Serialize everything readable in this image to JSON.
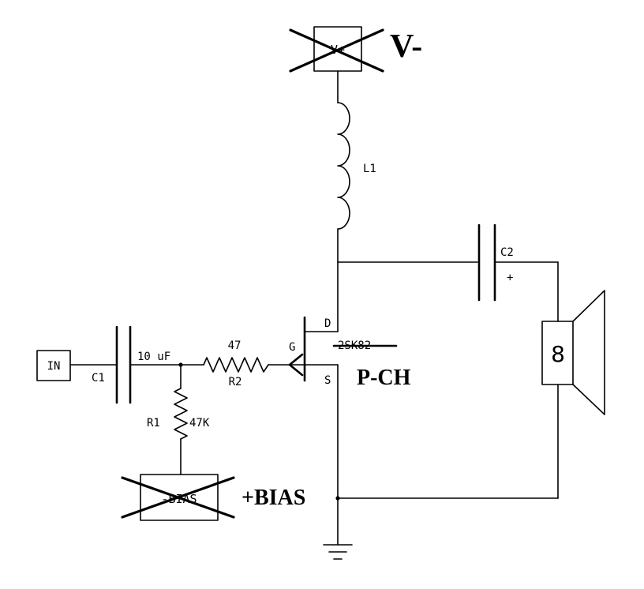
{
  "nodes": {
    "input": "IN",
    "v_supply_crossed": "V+",
    "v_supply_new": "V-",
    "bias_crossed": "-BIAS",
    "bias_new": "+BIAS",
    "ground": ""
  },
  "components": {
    "c1": {
      "ref": "C1",
      "value": "10 uF"
    },
    "r1": {
      "ref": "R1",
      "value": "47K"
    },
    "r2": {
      "ref": "R2",
      "value": "47"
    },
    "l1": {
      "ref": "L1"
    },
    "c2": {
      "ref": "C2",
      "polarity": "+"
    },
    "q1": {
      "part_crossed": "2SK82",
      "type_note": "P-CH",
      "gate": "G",
      "drain": "D",
      "source": "S"
    },
    "speaker": {
      "impedance": "8"
    }
  }
}
